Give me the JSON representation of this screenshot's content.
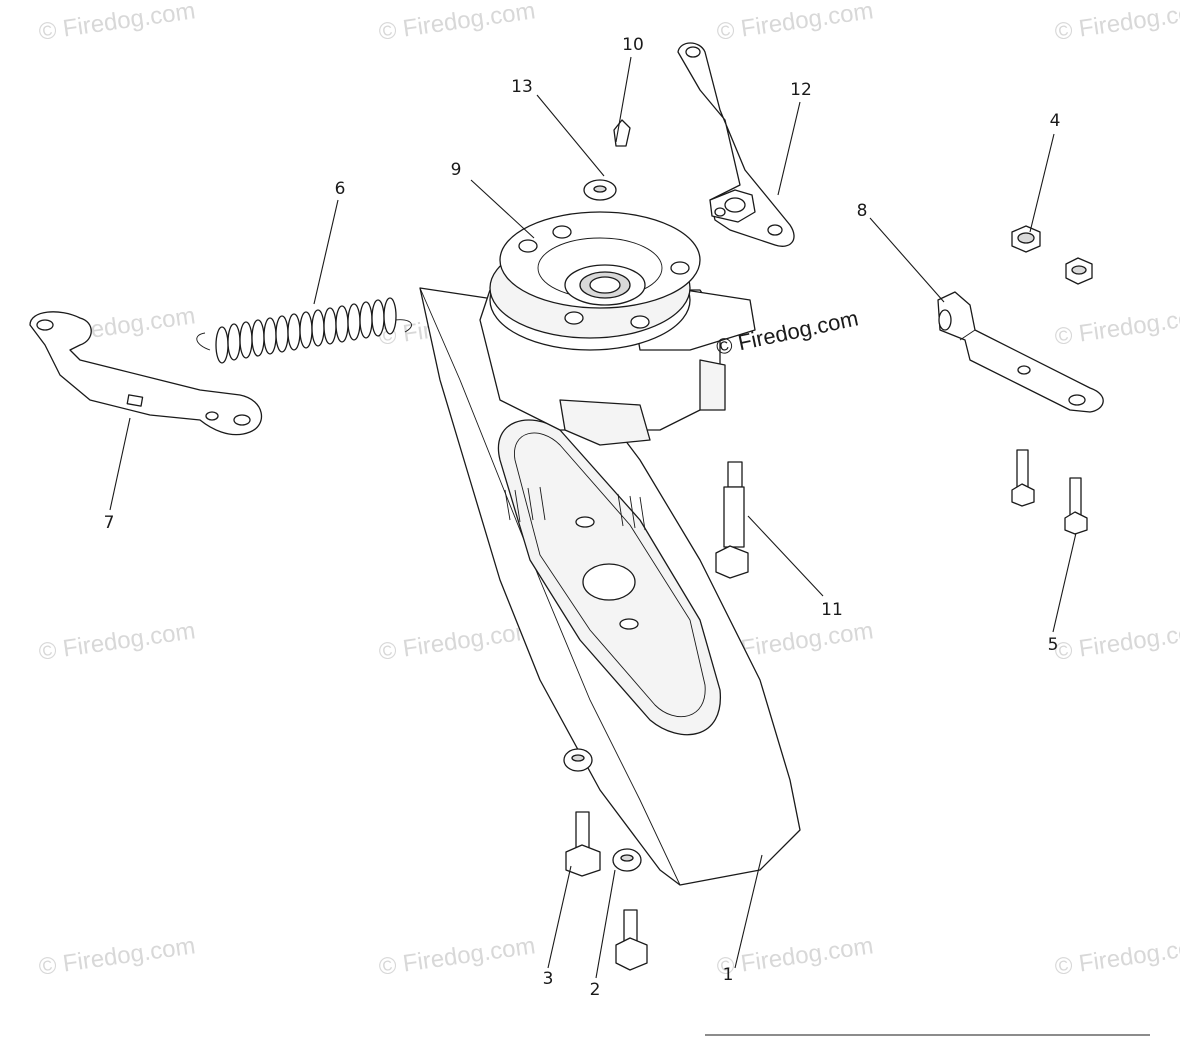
{
  "watermark": {
    "text": "© Firedog.com",
    "main_text": "© Firedog.com"
  },
  "callouts": [
    {
      "id": "1",
      "label": "1"
    },
    {
      "id": "2",
      "label": "2"
    },
    {
      "id": "3",
      "label": "3"
    },
    {
      "id": "4",
      "label": "4"
    },
    {
      "id": "5",
      "label": "5"
    },
    {
      "id": "6",
      "label": "6"
    },
    {
      "id": "7",
      "label": "7"
    },
    {
      "id": "8",
      "label": "8"
    },
    {
      "id": "9",
      "label": "9"
    },
    {
      "id": "10",
      "label": "10"
    },
    {
      "id": "11",
      "label": "11"
    },
    {
      "id": "12",
      "label": "12"
    },
    {
      "id": "13",
      "label": "13"
    }
  ]
}
